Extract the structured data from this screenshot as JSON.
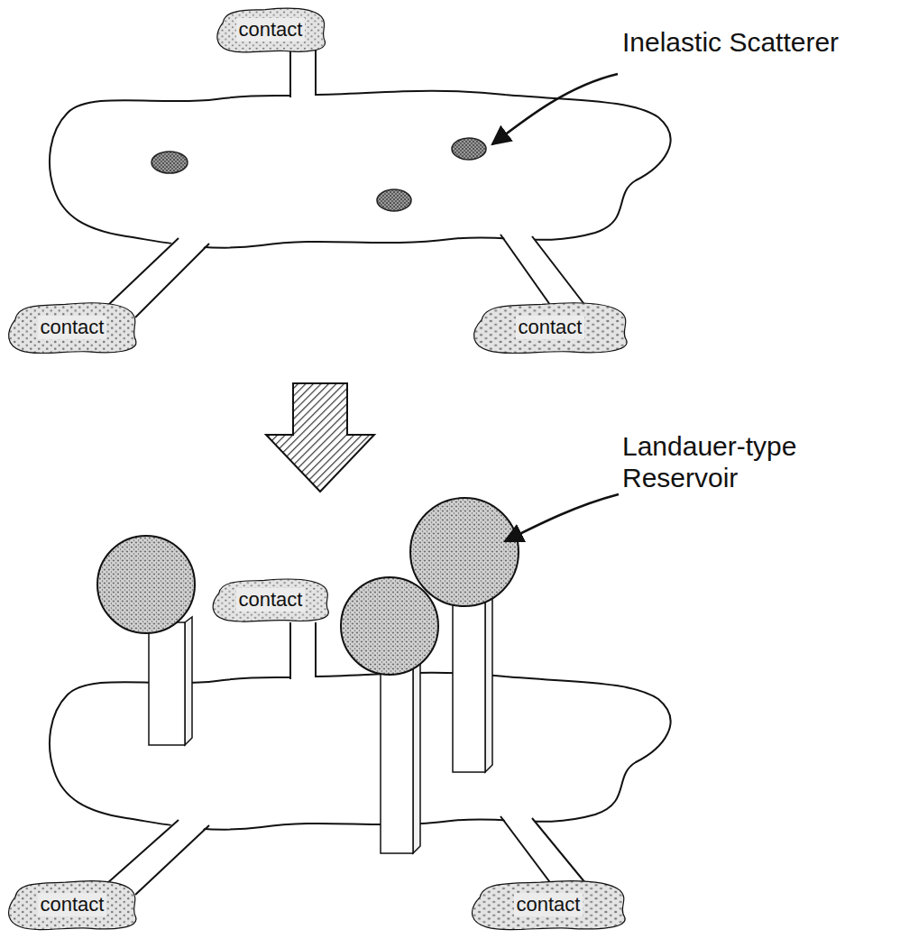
{
  "diagram": {
    "nodes": [
      {
        "text": [
          "contact"
        ]
      },
      {
        "text": [
          "contact"
        ]
      },
      {
        "text": [
          "contact"
        ]
      },
      {
        "text": [
          "contact"
        ]
      },
      {
        "text": [
          "contact"
        ]
      },
      {
        "text": [
          "contact"
        ]
      }
    ],
    "labels": [
      "Inelastic Scatterer",
      "Landauer-type Reservoir"
    ]
  }
}
